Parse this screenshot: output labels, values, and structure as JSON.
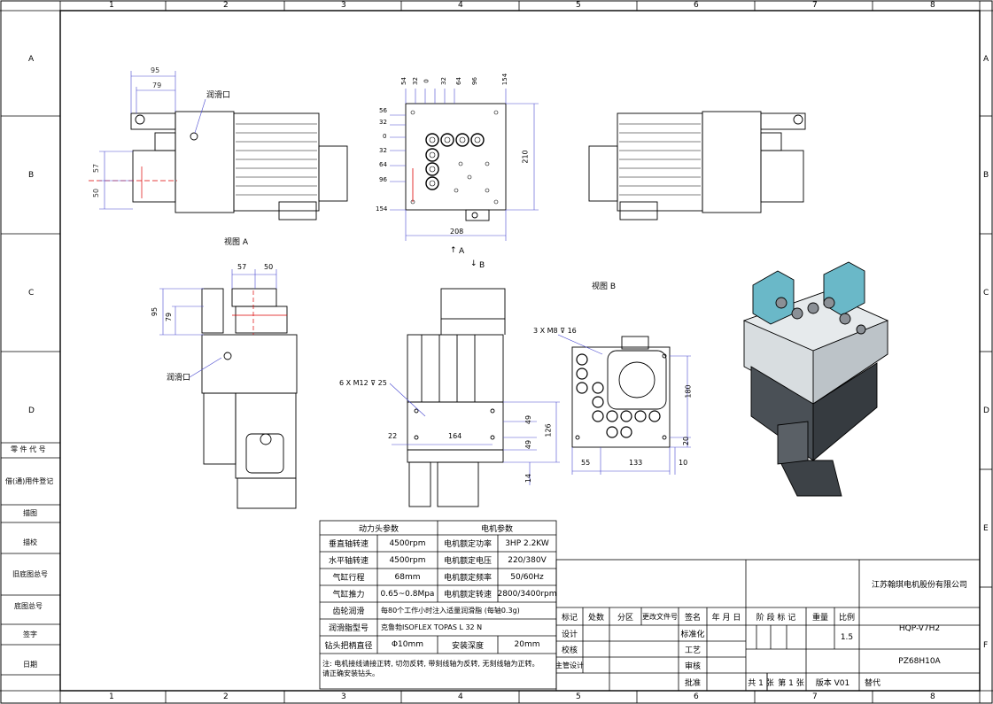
{
  "border": {
    "columns": [
      "1",
      "2",
      "3",
      "4",
      "5",
      "6",
      "7",
      "8"
    ],
    "rows": [
      "A",
      "B",
      "C",
      "D",
      "E",
      "F"
    ]
  },
  "left_block": {
    "labels": [
      "零 件 代 号",
      "借(通)用件登记",
      "描图",
      "描校",
      "旧底图总号",
      "底图总号",
      "签字",
      "日期"
    ]
  },
  "views": {
    "view_a_label": "视图 A",
    "view_b_label": "视图 B",
    "lube_port_1": "润滑口",
    "lube_port_2": "润滑口",
    "arrow_a": "A",
    "arrow_b": "B"
  },
  "dims": {
    "left_top": [
      "95",
      "79"
    ],
    "left_side": [
      "57",
      "50"
    ],
    "top_holes": [
      "54",
      "32",
      "0",
      "32",
      "64",
      "96",
      "154"
    ],
    "side_holes": [
      "56",
      "32",
      "0",
      "32",
      "64",
      "96",
      "154"
    ],
    "width_208": "208",
    "height_210": "210",
    "left_lower_top": [
      "57",
      "50"
    ],
    "left_lower_side": [
      "95",
      "79"
    ],
    "thread_m12": "6 X  M12 ⊽ 25",
    "thread_m8": "3 X  M8 ⊽ 16",
    "front": [
      "22",
      "164",
      "49",
      "49",
      "126",
      "14"
    ],
    "right_view": [
      "180",
      "20",
      "55",
      "133",
      "10"
    ]
  },
  "power_table": {
    "header_left": "动力头参数",
    "header_right": "电机参数",
    "rows": [
      [
        "垂直轴转速",
        "4500rpm",
        "电机额定功率",
        "3HP  2.2KW"
      ],
      [
        "水平轴转速",
        "4500rpm",
        "电机额定电压",
        "220/380V"
      ],
      [
        "气缸行程",
        "68mm",
        "电机额定频率",
        "50/60Hz"
      ],
      [
        "气缸推力",
        "0.65~0.8Mpa",
        "电机额定转速",
        "2800/3400rpm"
      ]
    ],
    "lube_label": "齿轮润滑",
    "lube_value": "每80个工作小时注入适量润滑脂 (每轴0.3g)",
    "grease_label": "润滑脂型号",
    "grease_value": "克鲁勃ISOFLEX TOPAS L 32 N",
    "chuck_label": "钻头把柄直径",
    "chuck_value": "Φ10mm",
    "depth_label": "安装深度",
    "depth_value": "20mm",
    "note": "注: 电机接线请接正转, 切勿反转, 带刻线轴为反转, 无刻线轴为正转。\n请正确安装钻头。"
  },
  "title_block": {
    "company": "江苏翰琪电机股份有限公司",
    "revision_headers": [
      "标记",
      "处数",
      "分区",
      "更改文件号",
      "签名",
      "年 月 日"
    ],
    "stage_header": "阶 段 标 记",
    "weight_header": "重量",
    "scale_header": "比例",
    "scale_value": "1.5",
    "part_name": "HQP-V7H2",
    "drawing_no": "PZ68H10A",
    "roles_left": [
      "设计",
      "校核",
      "主管设计"
    ],
    "roles_right": [
      "标准化",
      "工艺",
      "审核",
      "批准"
    ],
    "sheet_total": "共 1 张",
    "sheet_no": "第 1 张",
    "version": "版本  V01",
    "replace": "替代"
  }
}
